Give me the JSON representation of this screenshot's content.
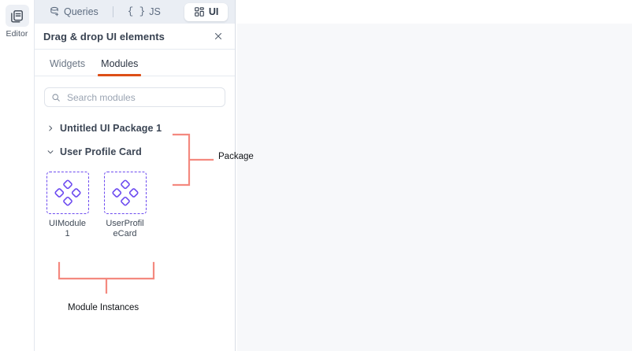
{
  "rail": {
    "items": [
      {
        "label": "Editor",
        "icon": "editor-pages-icon",
        "active": true
      }
    ]
  },
  "tabstrip": {
    "tabs": [
      {
        "label": "Queries",
        "icon": "database-query-icon",
        "active": false
      },
      {
        "label": "JS",
        "icon": "curly-braces-icon",
        "active": false
      },
      {
        "label": "UI",
        "icon": "ui-grid-icon",
        "active": true
      }
    ]
  },
  "panel": {
    "title": "Drag & drop UI elements",
    "close_icon": "close-icon",
    "subtabs": [
      {
        "label": "Widgets",
        "active": false
      },
      {
        "label": "Modules",
        "active": true
      }
    ],
    "search": {
      "placeholder": "Search modules",
      "value": "",
      "icon": "search-icon"
    },
    "tree": [
      {
        "label": "Untitled UI Package 1",
        "expanded": false,
        "chevron": "chevron-right-icon"
      },
      {
        "label": "User Profile Card",
        "expanded": true,
        "chevron": "chevron-down-icon"
      }
    ],
    "modules": [
      {
        "name": "UIModule1",
        "icon": "module-diamonds-icon"
      },
      {
        "name": "UserProfileCard",
        "icon": "module-diamonds-icon"
      }
    ]
  },
  "annotations": [
    {
      "label": "Package",
      "kind": "bracket-right"
    },
    {
      "label": "Module Instances",
      "kind": "bracket-bottom"
    }
  ],
  "colors": {
    "accent_orange": "#dd4f17",
    "module_purple": "#6d4bf0",
    "annotation_coral": "#f4897f",
    "tabstrip_bg": "#eaeef4",
    "canvas_bg": "#f7f8fa",
    "panel_border": "#d9dee6",
    "text_primary": "#2b3442",
    "text_muted": "#6b7685"
  }
}
